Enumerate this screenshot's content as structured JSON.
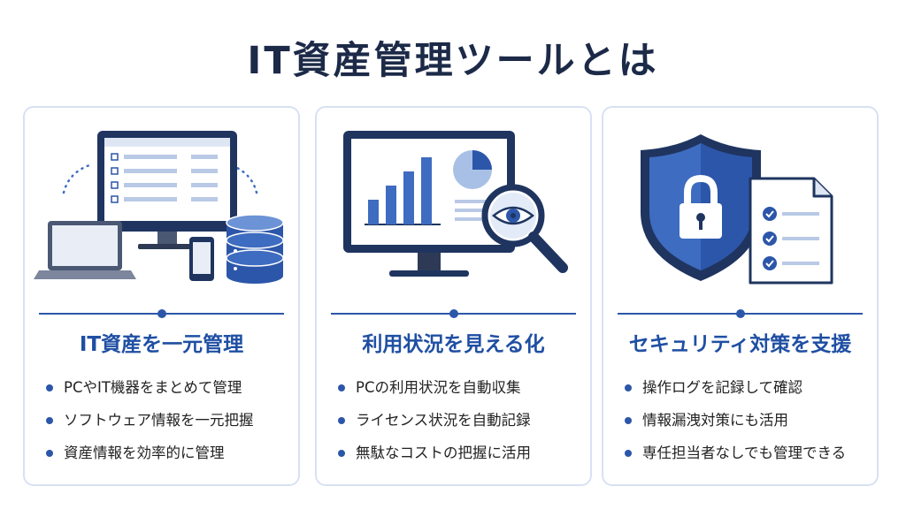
{
  "title": "IT資産管理ツールとは",
  "colors": {
    "accent": "#2c56a9",
    "title": "#1c2a48",
    "card_border": "#d8e1f3"
  },
  "cards": [
    {
      "icon": "computer-devices-database-icon",
      "title": "IT資産を一元管理",
      "bullets": [
        "PCやIT機器をまとめて管理",
        "ソフトウェア情報を一元把握",
        "資産情報を効率的に管理"
      ]
    },
    {
      "icon": "monitor-chart-magnifier-icon",
      "title": "利用状況を見える化",
      "bullets": [
        "PCの利用状況を自動収集",
        "ライセンス状況を自動記録",
        "無駄なコストの把握に活用"
      ]
    },
    {
      "icon": "shield-lock-document-icon",
      "title": "セキュリティ対策を支援",
      "bullets": [
        "操作ログを記録して確認",
        "情報漏洩対策にも活用",
        "専任担当者なしでも管理できる"
      ]
    }
  ]
}
